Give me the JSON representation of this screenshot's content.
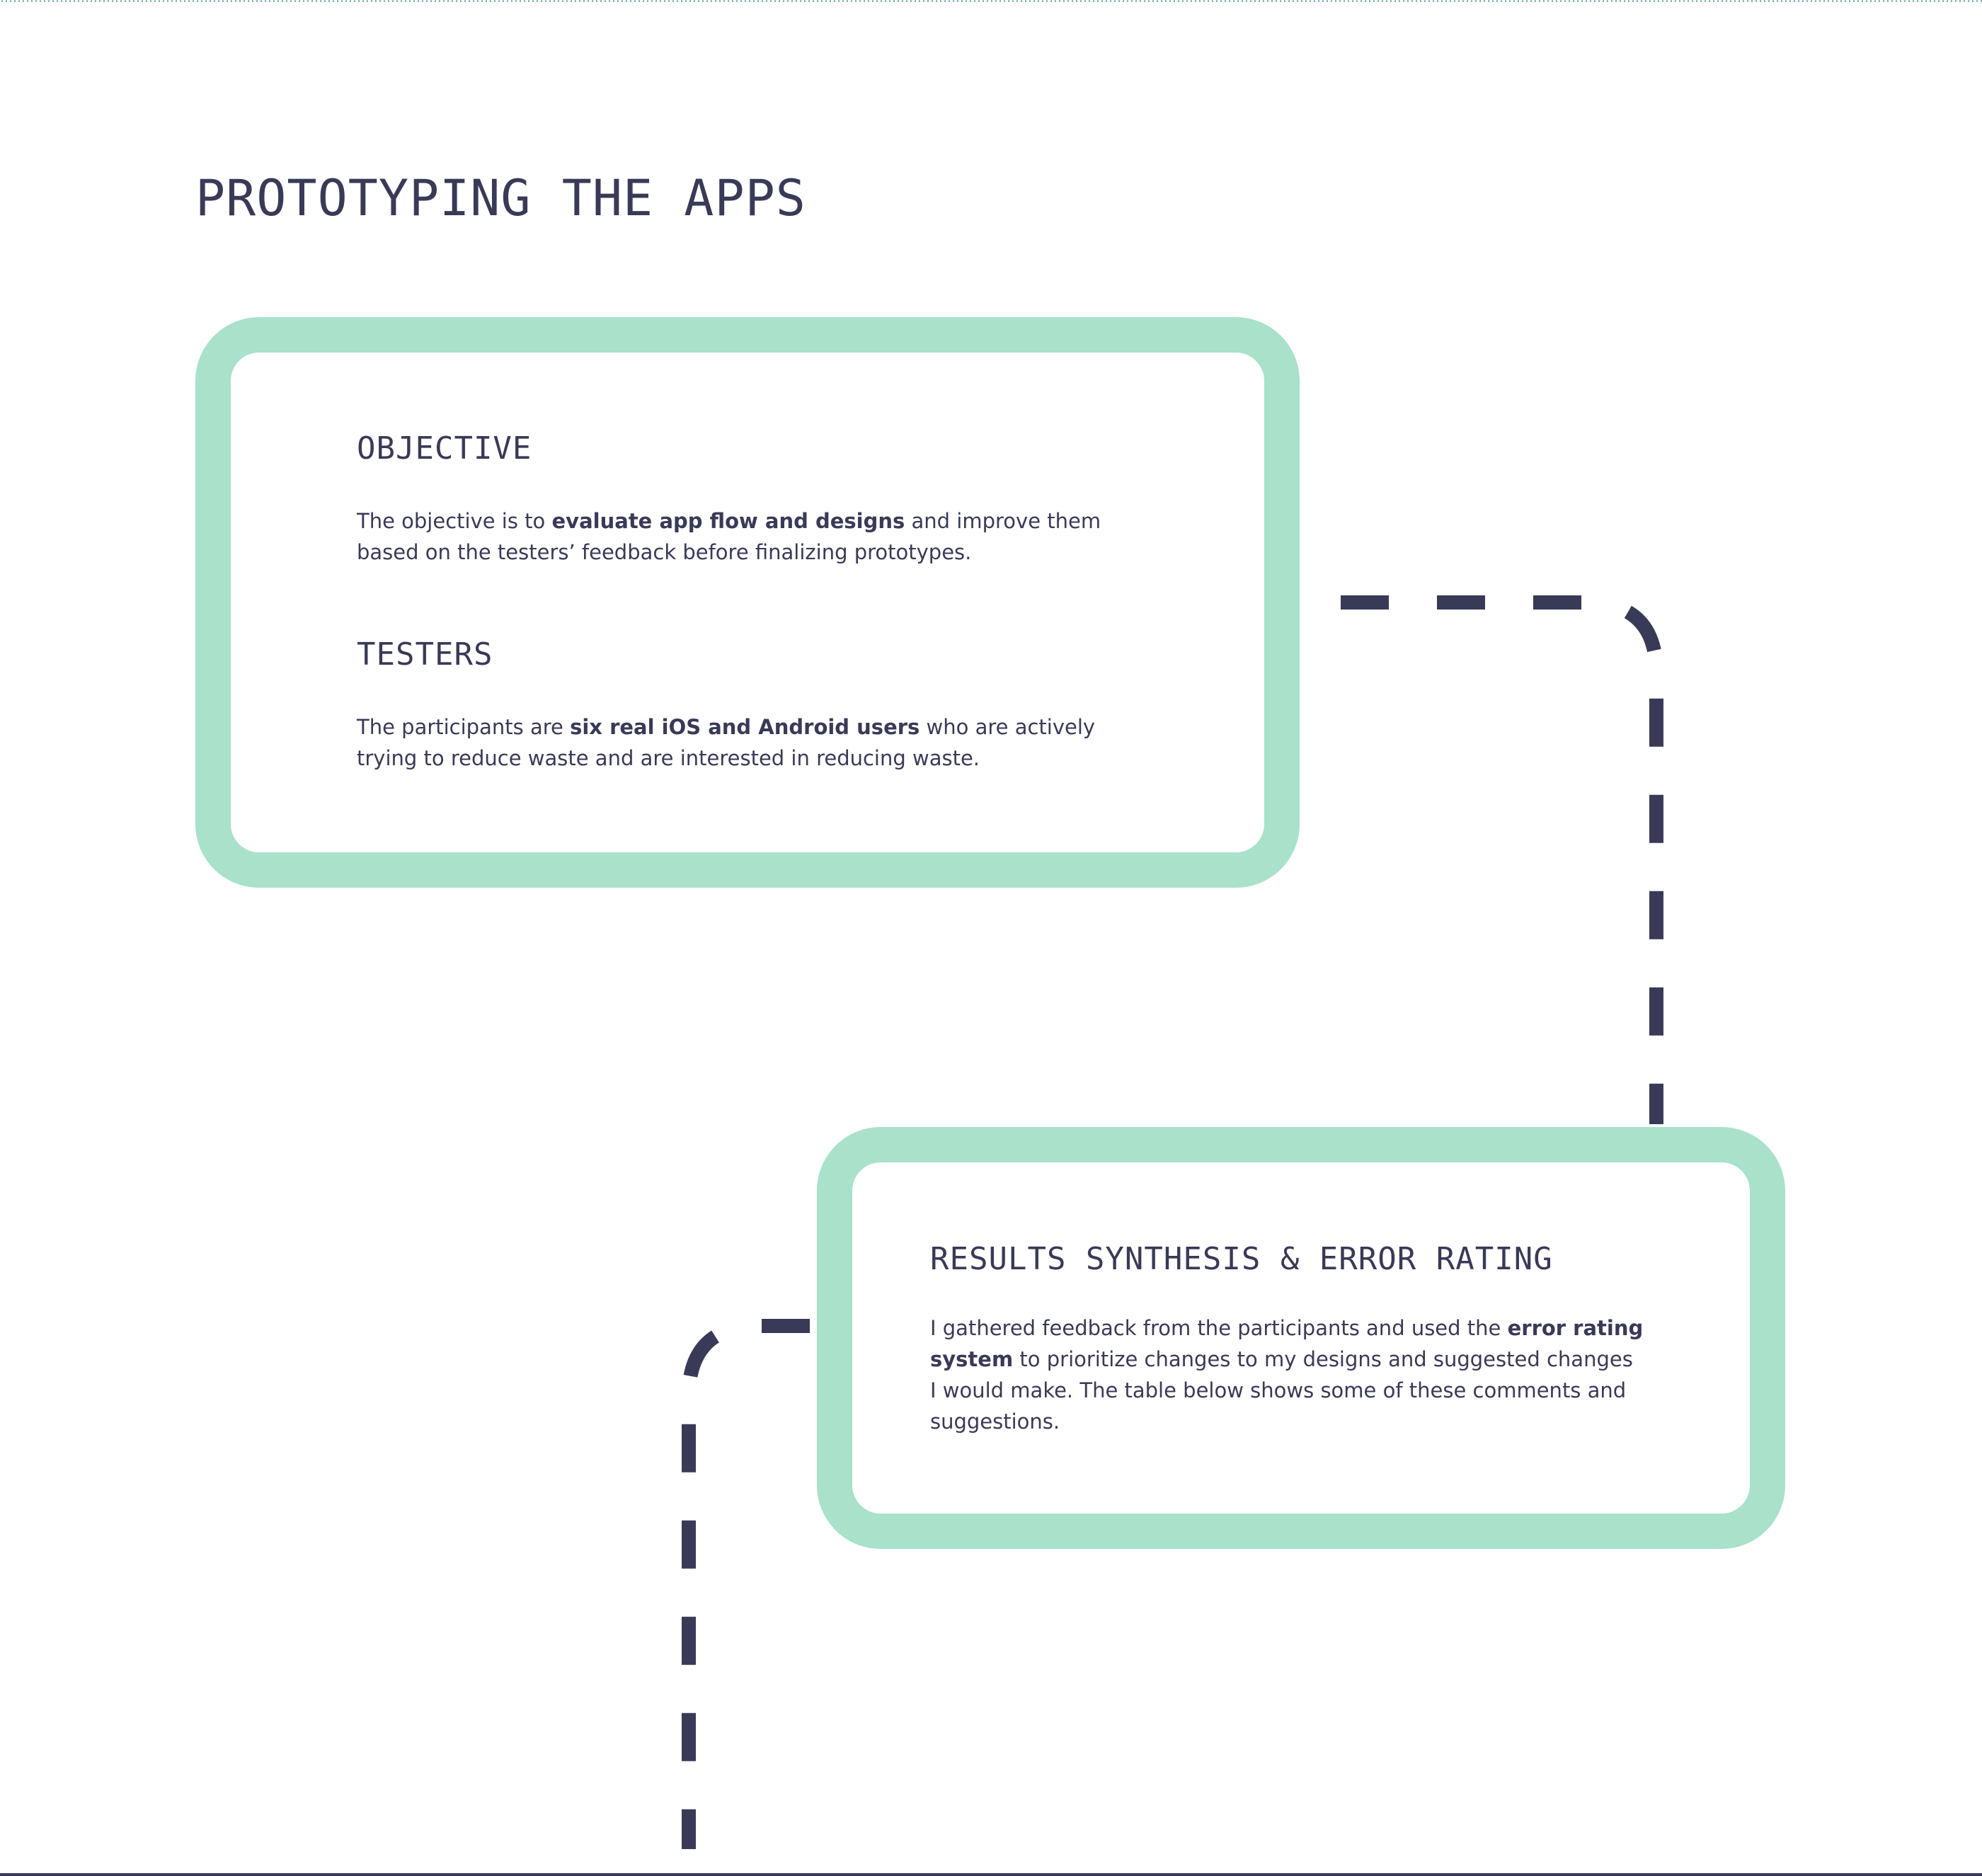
{
  "page": {
    "title": "PROTOTYPING THE APPS"
  },
  "colors": {
    "ink": "#393a57",
    "card_border": "#a9e1ca",
    "background": "#ffffff"
  },
  "objective": {
    "heading": "OBJECTIVE",
    "text_before": "The objective is to ",
    "text_bold": "evaluate app flow and designs",
    "text_after": " and improve them based on the testers’ feedback before finalizing prototypes."
  },
  "testers": {
    "heading": "TESTERS",
    "text_before": "The participants are ",
    "text_bold": "six real iOS and Android users",
    "text_after": " who are actively trying to reduce waste and are interested in reducing waste."
  },
  "results": {
    "heading": "RESULTS SYNTHESIS & ERROR RATING",
    "text_before": "I gathered feedback from the participants and used the ",
    "text_bold": "error rating system",
    "text_after": " to prioritize changes to my designs and suggested changes I would make. The table below shows some of these comments and suggestions."
  }
}
